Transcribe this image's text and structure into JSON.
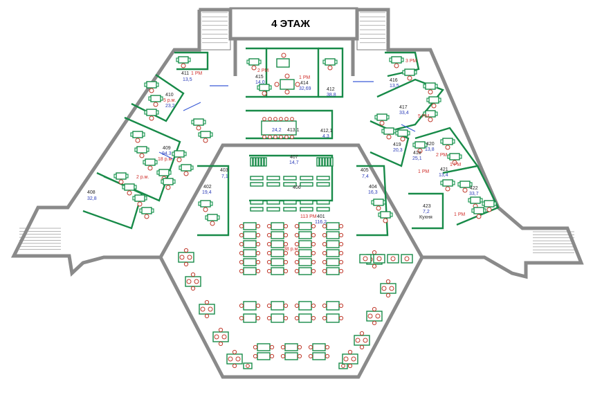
{
  "floor_title": "4 ЭТАЖ",
  "rooms": [
    {
      "id": "r411",
      "number": "411",
      "area": "13,5",
      "capacity": "1 РМ"
    },
    {
      "id": "r410",
      "number": "410",
      "area": "23,2",
      "capacity": "5 р.м."
    },
    {
      "id": "r409",
      "number": "409",
      "area": "94,3",
      "capacity": "18 р.м."
    },
    {
      "id": "r408",
      "number": "408",
      "area": "32,8",
      "capacity": ""
    },
    {
      "id": "r415",
      "number": "415",
      "area": "14,0",
      "capacity": "2 РМ"
    },
    {
      "id": "r414",
      "number": "414",
      "area": "32,69",
      "capacity": "1 РМ"
    },
    {
      "id": "r412",
      "number": "412",
      "area": "38,8",
      "capacity": ""
    },
    {
      "id": "r413_1",
      "number": "413,1",
      "area": "24,2",
      "capacity": ""
    },
    {
      "id": "r412_1",
      "number": "412,1",
      "area": "4,3",
      "capacity": ""
    },
    {
      "id": "r416",
      "number": "416",
      "area": "13,5",
      "capacity": "3 РМ"
    },
    {
      "id": "r417",
      "number": "417",
      "area": "33,4",
      "capacity": "5 РМ"
    },
    {
      "id": "r419",
      "number": "419",
      "area": "20,3",
      "capacity": ""
    },
    {
      "id": "r420",
      "number": "420",
      "area": "13,8",
      "capacity": "2 РМ"
    },
    {
      "id": "r418",
      "number": "418",
      "area": "25,1",
      "capacity": "1 РМ"
    },
    {
      "id": "r421",
      "number": "421",
      "area": "13,4",
      "capacity": "1 РМ"
    },
    {
      "id": "r422",
      "number": "422",
      "area": "33,7",
      "capacity": "1 РМ"
    },
    {
      "id": "r423",
      "number": "423",
      "area": "7,2",
      "capacity": "Кухня"
    },
    {
      "id": "r407",
      "number": "407",
      "area": "14,7",
      "capacity": ""
    },
    {
      "id": "r403",
      "number": "403",
      "area": "7,1",
      "capacity": ""
    },
    {
      "id": "r405",
      "number": "405",
      "area": "7,4",
      "capacity": ""
    },
    {
      "id": "r402",
      "number": "402",
      "area": "19,4",
      "capacity": ""
    },
    {
      "id": "r404",
      "number": "404",
      "area": "16,3",
      "capacity": ""
    },
    {
      "id": "r401",
      "number": "401",
      "area": "116,2",
      "capacity": "113 РМ"
    }
  ],
  "hall_capacity_label": "38 р.м.",
  "partial_labels": [
    "406",
    "2 р.м."
  ],
  "colors": {
    "wall": "#8a8a8a",
    "furniture": "#1f9a55",
    "chair": "#c0392b",
    "label_area": "#2a3bb8",
    "label_capacity": "#d0312d"
  }
}
